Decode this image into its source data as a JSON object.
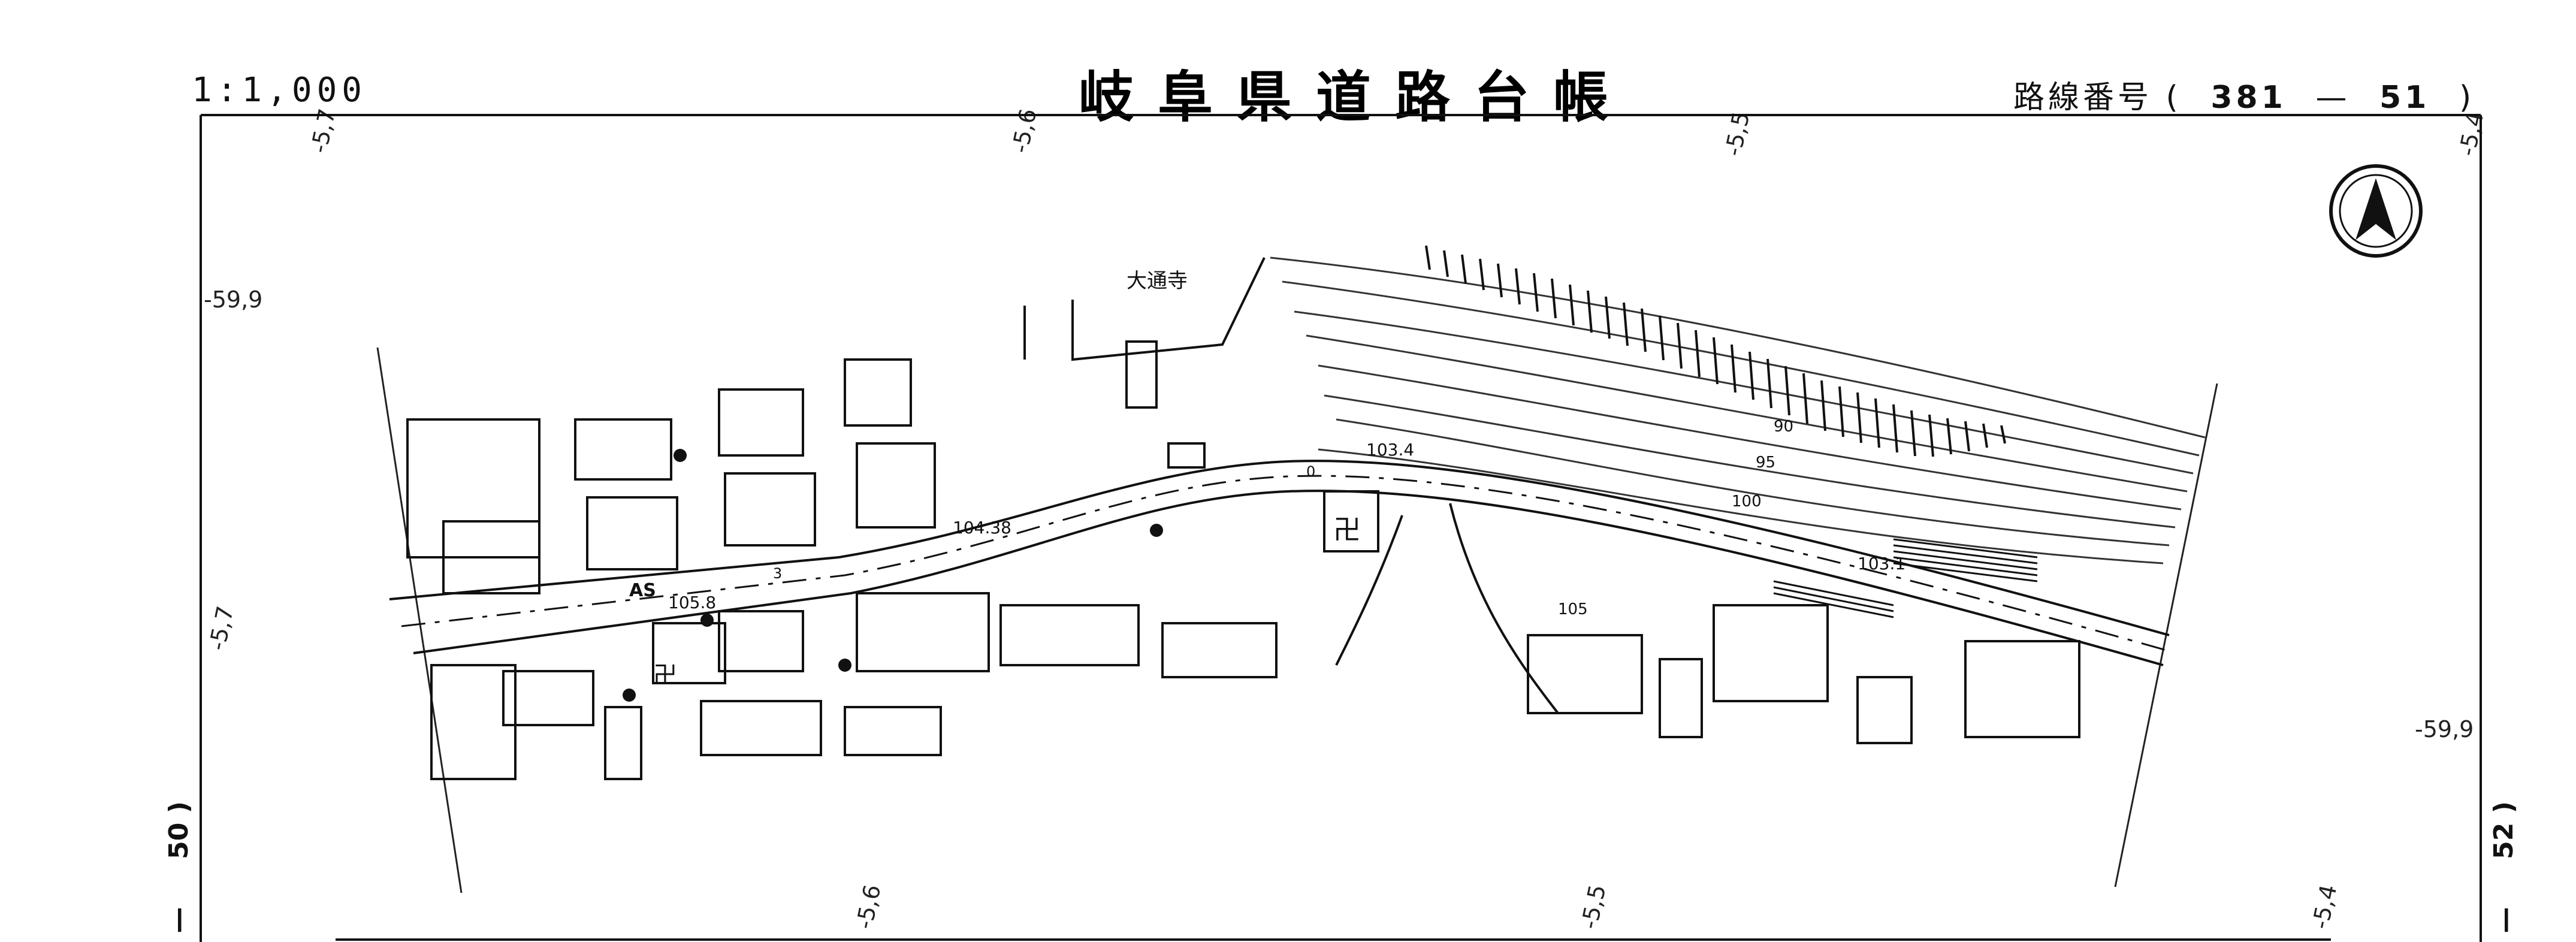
{
  "header": {
    "scale": "1:1,000",
    "title": "岐阜県道路台帳",
    "route_label": "路線番号",
    "route_open": "(",
    "route_number": "381",
    "route_dash": "—",
    "route_sheet": "51",
    "route_close": ")"
  },
  "grid": {
    "top_coords": [
      "-5,7",
      "-5,6",
      "-5,5",
      "-5,4"
    ],
    "bottom_coords": [
      "-5,6",
      "-5,5",
      "-5,4"
    ],
    "left_coords": [
      "-59,9",
      "-5,7"
    ],
    "right_coords": [
      "-59,9"
    ]
  },
  "side_pages": {
    "left": "50 )",
    "right": "52 )",
    "left_dash": "—",
    "right_dash": "—"
  },
  "map_labels": {
    "temple": "大通寺",
    "elev_1": "104.38",
    "elev_2": "103.4",
    "elev_3": "105.8",
    "elev_4": "103.1",
    "contour_90": "90",
    "contour_95": "95",
    "contour_100": "100",
    "contour_105": "105",
    "surface": "AS",
    "lane_3": "3",
    "lane_0": "0"
  },
  "icons": {
    "north_arrow": "north-arrow-icon",
    "temple_symbol": "卍"
  }
}
